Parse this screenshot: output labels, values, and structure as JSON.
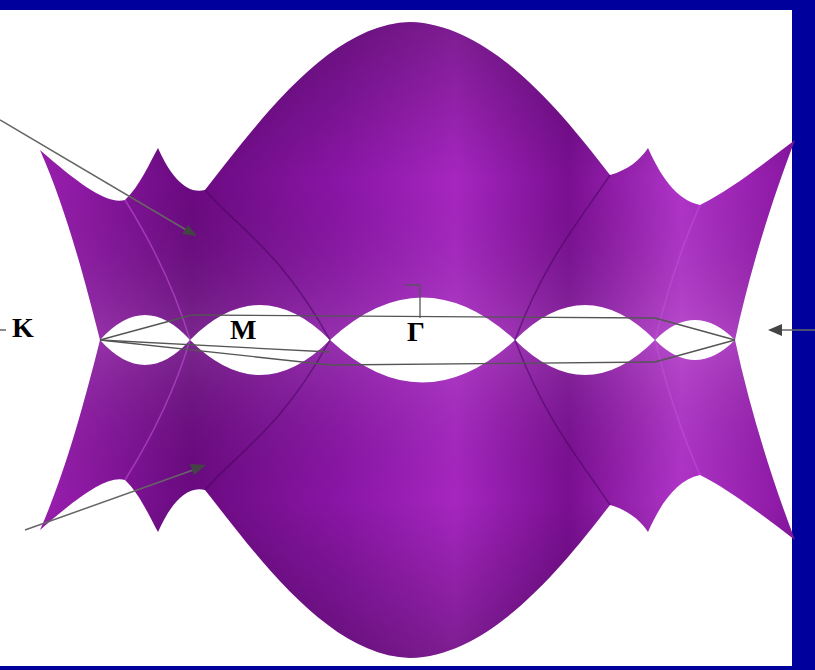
{
  "diagram": {
    "labels": [
      "K",
      "M",
      "Γ"
    ]
  }
}
